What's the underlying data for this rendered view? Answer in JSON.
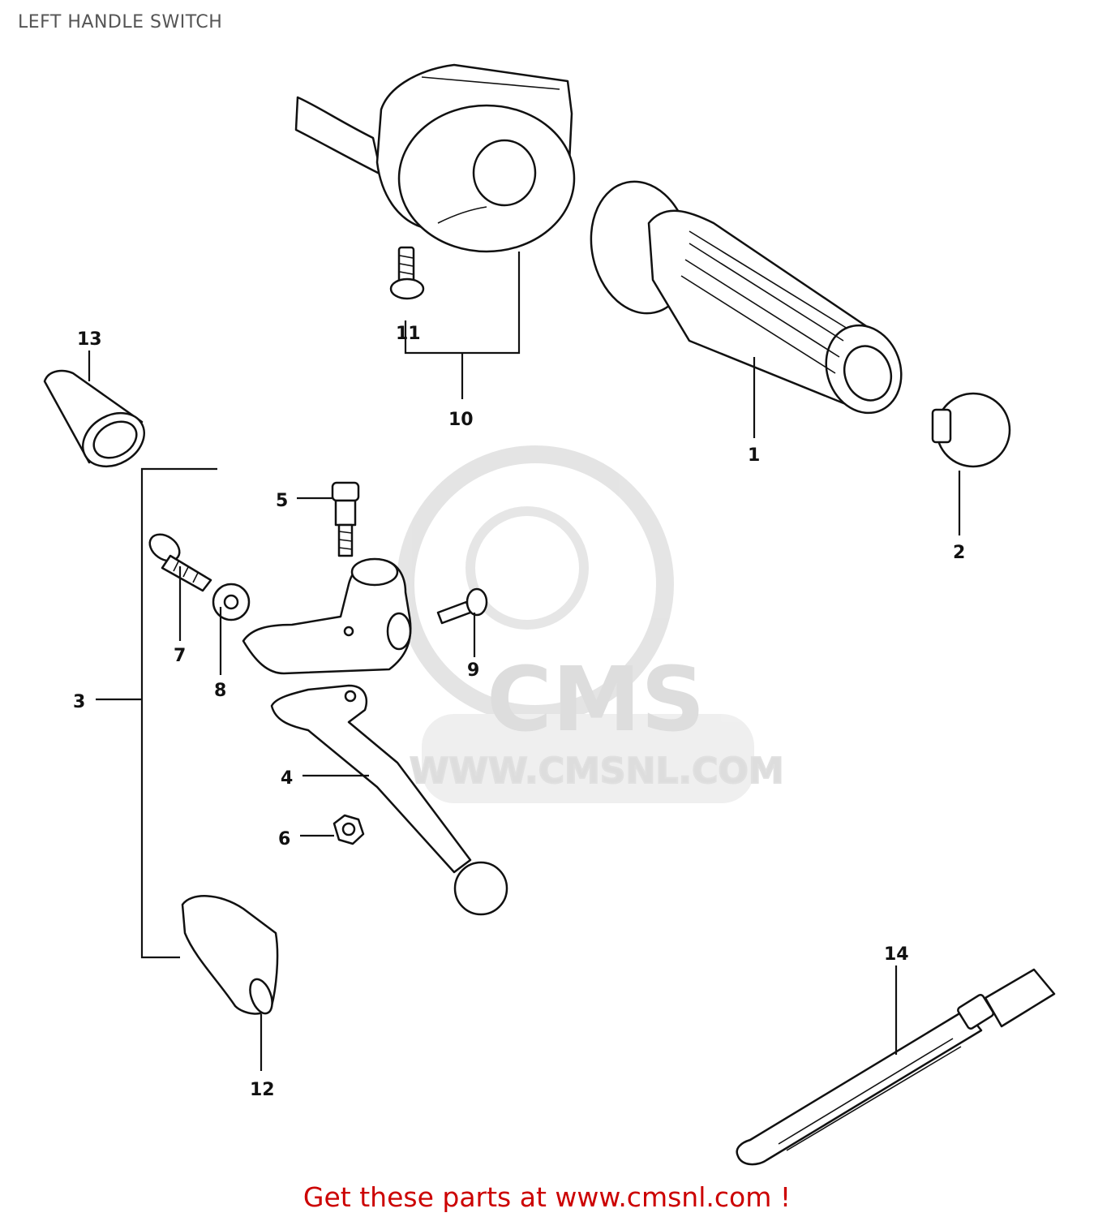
{
  "title": "LEFT HANDLE SWITCH",
  "watermark": {
    "brand": "CMS",
    "url": "WWW.CMSNL.COM"
  },
  "footer": {
    "text": "Get these parts at www.cmsnl.com !",
    "color": "#cc0000"
  },
  "callouts": [
    {
      "id": "1",
      "label": "1",
      "part": "handlebar grip"
    },
    {
      "id": "2",
      "label": "2",
      "part": "grip end cap"
    },
    {
      "id": "3",
      "label": "3",
      "part": "clutch lever assembly"
    },
    {
      "id": "4",
      "label": "4",
      "part": "clutch lever"
    },
    {
      "id": "5",
      "label": "5",
      "part": "lever pivot bolt"
    },
    {
      "id": "6",
      "label": "6",
      "part": "nut"
    },
    {
      "id": "7",
      "label": "7",
      "part": "cable adjuster bolt"
    },
    {
      "id": "8",
      "label": "8",
      "part": "lock nut"
    },
    {
      "id": "9",
      "label": "9",
      "part": "screw"
    },
    {
      "id": "10",
      "label": "10",
      "part": "left handle switch"
    },
    {
      "id": "11",
      "label": "11",
      "part": "switch screw"
    },
    {
      "id": "12",
      "label": "12",
      "part": "lever boot"
    },
    {
      "id": "13",
      "label": "13",
      "part": "cable cover"
    },
    {
      "id": "14",
      "label": "14",
      "part": "cable tie"
    }
  ],
  "colors": {
    "line": "#111111",
    "background": "#ffffff",
    "watermark": "#dadada"
  }
}
